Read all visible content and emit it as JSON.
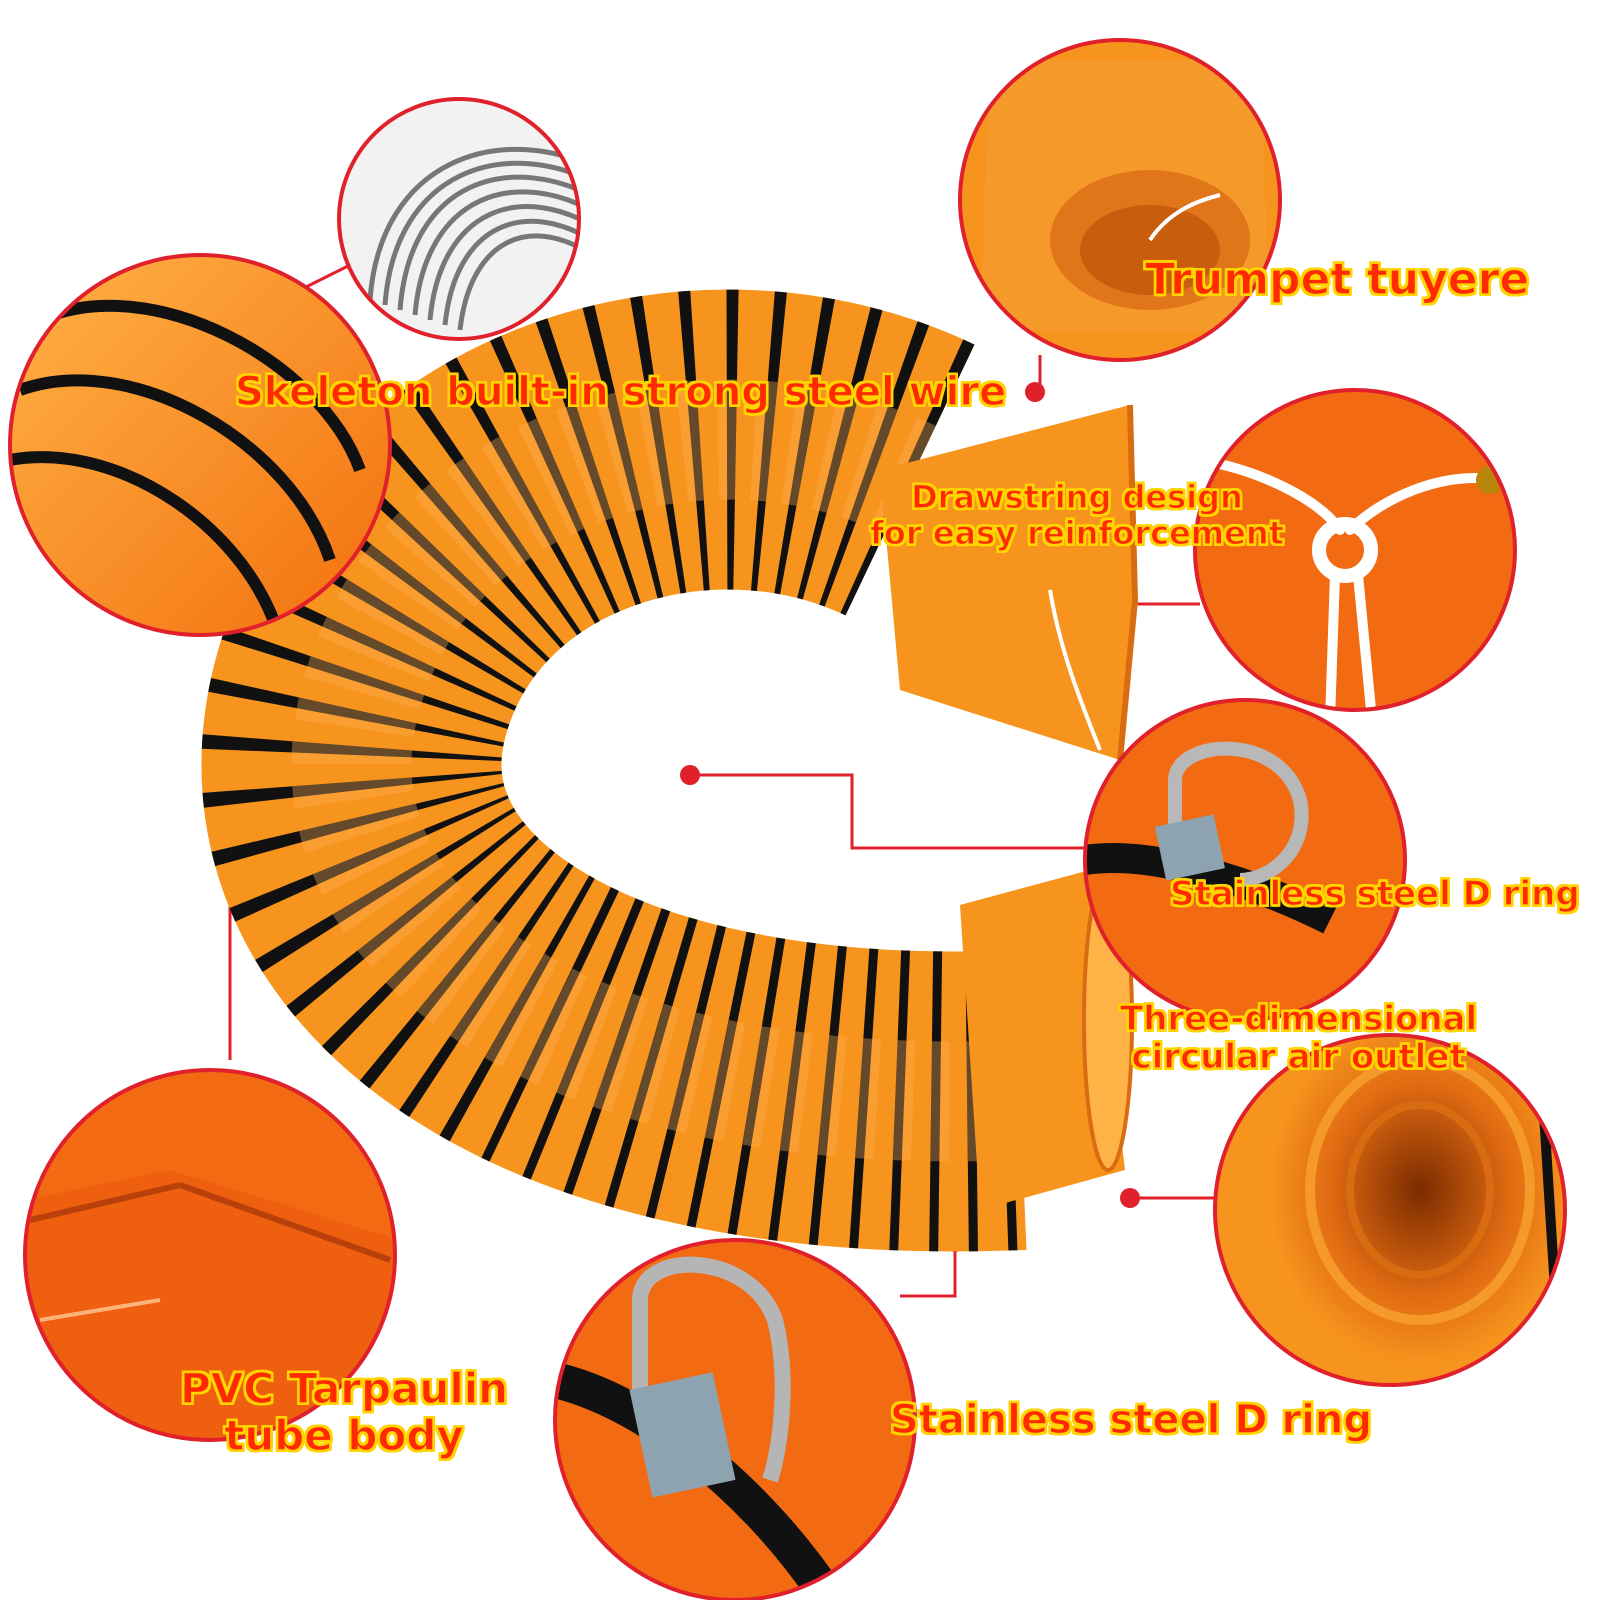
{
  "labels": {
    "steel_wire": "Skeleton built-in strong steel wire",
    "trumpet": "Trumpet tuyere",
    "drawstring_line1": "Drawstring design",
    "drawstring_line2": "for easy reinforcement",
    "d_ring_right": "Stainless steel D ring",
    "outlet_line1": "Three-dimensional",
    "outlet_line2": "circular air outlet",
    "pvc_line1": "PVC Tarpaulin",
    "pvc_line2": "tube body",
    "d_ring_bottom": "Stainless steel D ring"
  },
  "colors": {
    "accent_red": "#e0202a",
    "label_text": "#ff2a00",
    "label_outline": "#ffd400",
    "hose_orange": "#f7941d",
    "wire_black": "#111111"
  }
}
